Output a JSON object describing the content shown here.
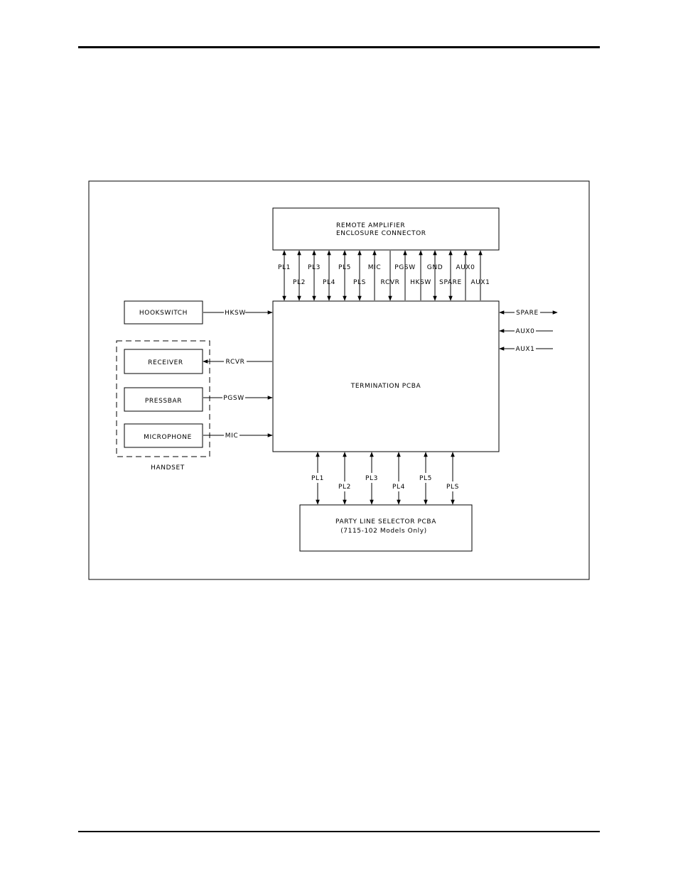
{
  "blocks": {
    "remote_amplifier": [
      "REMOTE AMPLIFIER",
      "ENCLOSURE CONNECTOR"
    ],
    "termination": "TERMINATION PCBA",
    "hookswitch": "HOOKSWITCH",
    "receiver": "RECEIVER",
    "pressbar": "PRESSBAR",
    "microphone": "MICROPHONE",
    "handset": "HANDSET",
    "party_line": [
      "PARTY LINE SELECTOR PCBA",
      "(7115-102 Models Only)"
    ]
  },
  "top_signals_upper": [
    "PL1",
    "PL3",
    "PL5",
    "MIC",
    "PGSW",
    "GND",
    "AUX0"
  ],
  "top_signals_lower": [
    "PL2",
    "PL4",
    "PLS",
    "RCVR",
    "HKSW",
    "SPARE",
    "AUX1"
  ],
  "left_signals": [
    "HKSW",
    "RCVR",
    "PGSW",
    "MIC"
  ],
  "right_signals": [
    "SPARE",
    "AUX0",
    "AUX1"
  ],
  "bottom_signals_upper": [
    "PL1",
    "PL3",
    "PL5"
  ],
  "bottom_signals_lower": [
    "PL2",
    "PL4",
    "PLS"
  ]
}
